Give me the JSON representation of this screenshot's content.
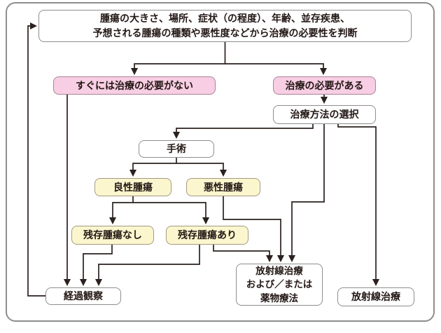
{
  "diagram": {
    "title": "tumor-treatment-decision-flowchart",
    "nodes": {
      "assessment": {
        "line1": "腫瘍の大きさ、場所、症状（の程度）、年齢、並存疾患、",
        "line2": "予想される腫瘍の種類や悪性度などから治療の必要性を判断"
      },
      "no_treatment_needed": {
        "label": "すぐには治療の必要がない"
      },
      "treatment_needed": {
        "label": "治療の必要がある"
      },
      "method_selection": {
        "label": "治療方法の選択"
      },
      "surgery": {
        "label": "手術"
      },
      "benign": {
        "label": "良性腫瘍"
      },
      "malignant": {
        "label": "悪性腫瘍"
      },
      "no_residual": {
        "label": "残存腫瘍なし"
      },
      "residual": {
        "label": "残存腫瘍あり"
      },
      "followup": {
        "label": "経過観察"
      },
      "radiation_and_or_drug": {
        "line1": "放射線治療",
        "line2": "および／または",
        "line3": "薬物療法"
      },
      "radiation": {
        "label": "放射線治療"
      }
    },
    "colors": {
      "pink_fill": "#F7CEE3",
      "yellow_fill": "#FCF6CE",
      "white_fill": "#FFFFFF",
      "box_border": "#8E8E8E",
      "line": "#2B211E",
      "text": "#231815"
    }
  }
}
